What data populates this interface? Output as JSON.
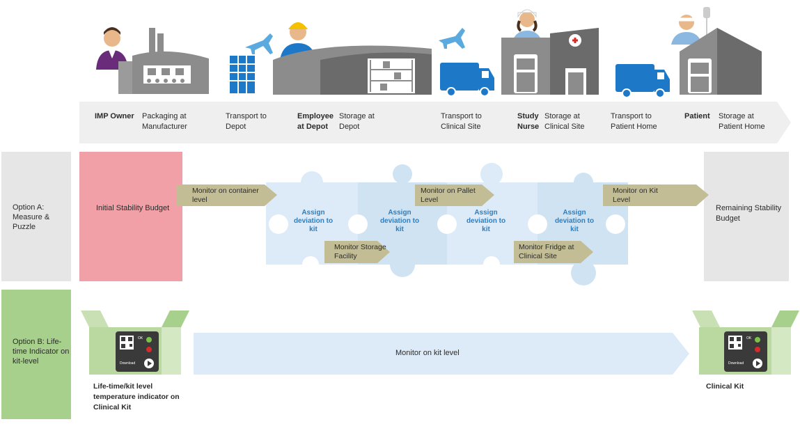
{
  "stages": [
    {
      "id": "imp-owner",
      "label": "IMP Owner",
      "bold": true
    },
    {
      "id": "packaging",
      "label": "Packaging at Manufacturer",
      "bold": false
    },
    {
      "id": "transport-depot",
      "label": "Transport to Depot",
      "bold": false
    },
    {
      "id": "employee-depot",
      "label": "Employee at Depot",
      "bold": true
    },
    {
      "id": "storage-depot",
      "label": "Storage at Depot",
      "bold": false
    },
    {
      "id": "transport-clinical",
      "label": "Transport to Clinical Site",
      "bold": false
    },
    {
      "id": "study-nurse",
      "label": "Study Nurse",
      "bold": true
    },
    {
      "id": "storage-clinical",
      "label": "Storage at Clinical Site",
      "bold": false
    },
    {
      "id": "transport-patient",
      "label": "Transport to Patient Home",
      "bold": false
    },
    {
      "id": "patient",
      "label": "Patient",
      "bold": true
    },
    {
      "id": "storage-patient",
      "label": "Storage at Patient Home",
      "bold": false
    }
  ],
  "option_a": {
    "label": "Option A: Measure & Puzzle",
    "initial_budget": "Initial Stability Budget",
    "remaining_budget": "Remaining Stability Budget",
    "monitors": [
      "Monitor on container level",
      "Monitor Storage Facility",
      "Monitor on Pallet Level",
      "Monitor Fridge at Clinical Site",
      "Monitor on Kit Level"
    ],
    "assign_label": "Assign deviation to kit"
  },
  "option_b": {
    "label": "Option B: Life-time Indicator on kit-level",
    "arrow_label": "Monitor on kit level",
    "left_caption": "Life-time/kit level temperature indicator on Clinical Kit",
    "right_caption": "Clinical Kit",
    "device_text": {
      "ok": "OK",
      "download": "Download"
    }
  },
  "colors": {
    "gray_icon": "#8c8c8c",
    "dark_gray": "#6b6b6b",
    "blue_icon": "#1e78c8",
    "red_box": "#f0a0a6",
    "light_gray": "#e6e6e6",
    "green": "#a8d08d",
    "light_green": "#d5e8c4",
    "puzzle_blue": "#dcebf7",
    "assign_text": "#2a7fc4",
    "arrow_olive": "#c3bd96"
  }
}
